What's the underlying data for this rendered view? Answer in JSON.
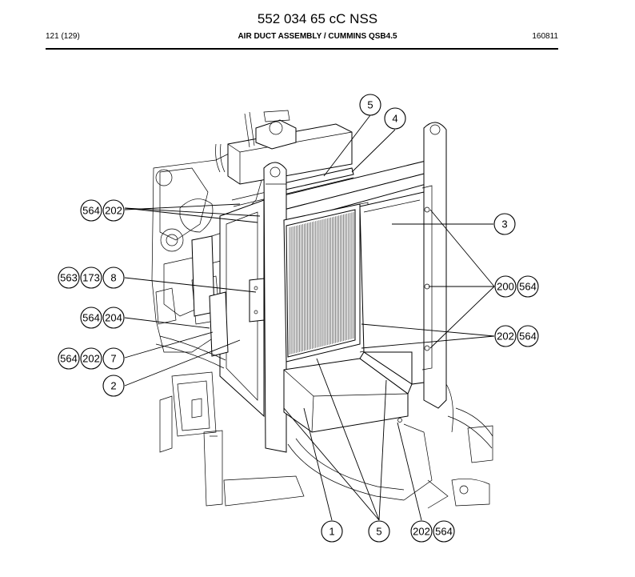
{
  "header": {
    "doc_title": "552 034 65 cC NSS",
    "page": "121 (129)",
    "assembly_title": "AIR DUCT ASSEMBLY / CUMMINS QSB4.5",
    "date_code": "160811"
  },
  "callouts": {
    "c5_top": "5",
    "c4": "4",
    "c3": "3",
    "c564_a": "564",
    "c202_a": "202",
    "c563": "563",
    "c173": "173",
    "c8": "8",
    "c564_b": "564",
    "c204": "204",
    "c564_c": "564",
    "c202_c": "202",
    "c7": "7",
    "c2": "2",
    "c200_r": "200",
    "c564_r1": "564",
    "c202_r": "202",
    "c564_r2": "564",
    "c1": "1",
    "c5_bottom": "5",
    "c202_bottom": "202",
    "c564_bottom": "564"
  },
  "icons": {
    "drawing": "exploded-parts-diagram"
  }
}
